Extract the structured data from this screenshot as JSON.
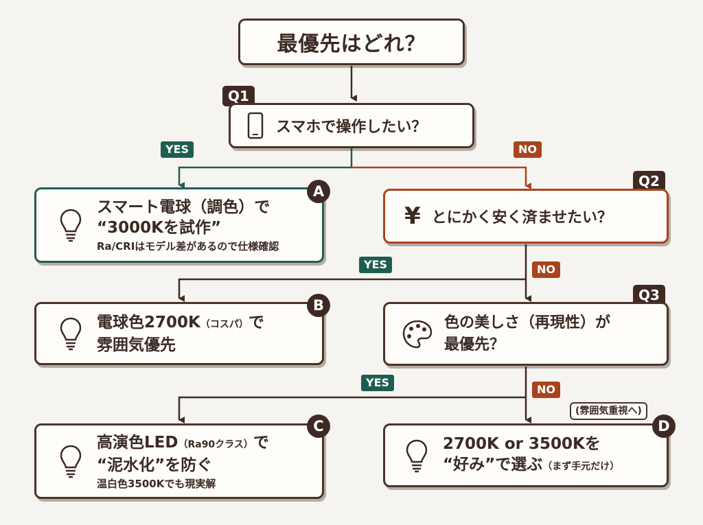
{
  "title": "最優先はどれ？",
  "q1": {
    "label": "Q1",
    "text": "スマホで操作したい？",
    "icon": "smartphone-icon"
  },
  "q2": {
    "label": "Q2",
    "symbol": "¥",
    "text": "とにかく安く済ませたい？",
    "icon": "yen-icon"
  },
  "q3": {
    "label": "Q3",
    "line1": "色の美しさ（再現性）が",
    "line2": "最優先？",
    "icon": "palette-icon"
  },
  "edges": {
    "yes": "YES",
    "no": "NO"
  },
  "answers": {
    "a": {
      "badge": "A",
      "line1": "スマート電球（調色）で",
      "line2": "“3000Kを試作”",
      "sub": "Ra/CRIはモデル差があるので仕様確認",
      "icon": "lightbulb-icon"
    },
    "b": {
      "badge": "B",
      "line1_main": "電球色2700K",
      "line1_small": "（コスパ）",
      "line1_end": "で",
      "line2": "雰囲気優先",
      "icon": "lightbulb-icon"
    },
    "c": {
      "badge": "C",
      "line1_main": "高演色LED",
      "line1_small": "（Ra90クラス）",
      "line1_end": "で",
      "line2": "“泥水化”を防ぐ",
      "sub": "温白色3500Kでも現実解",
      "icon": "lightbulb-icon"
    },
    "d": {
      "badge": "D",
      "tag": "(雰囲気重視へ)",
      "line1": "2700K or 3500Kを",
      "line2_main": "“好み”で選ぶ",
      "line2_small": "（まず手元だけ）",
      "icon": "lightbulb-icon"
    }
  },
  "colors": {
    "dark": "#3e2a22",
    "green": "#1e5e52",
    "orange": "#a8441d",
    "background": "#f6f4f0"
  }
}
